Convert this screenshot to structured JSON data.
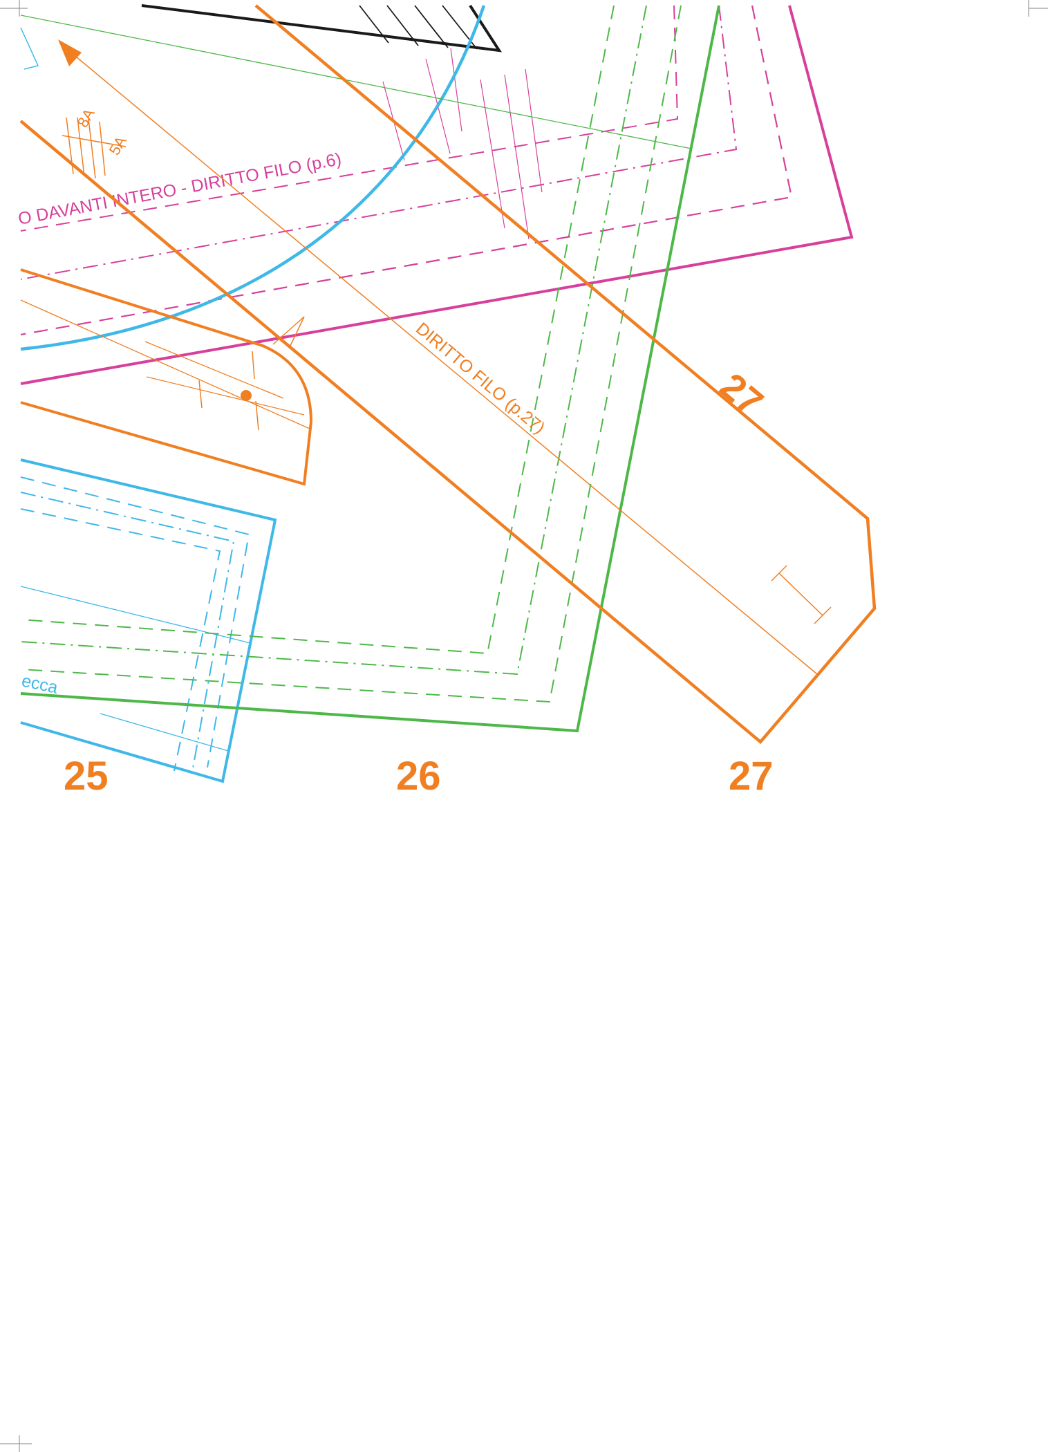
{
  "colors": {
    "magenta": "#d6409b",
    "orange": "#f07f22",
    "green": "#4db848",
    "blue": "#3fb8e8",
    "black": "#1a1a1a",
    "crop": "#9a9a9a"
  },
  "labels": {
    "magenta_grain": "O DAVANTI INTERO - DIRITTO FILO (p.6)",
    "orange_grain": "DIRITTO FILO (p.27)",
    "size_8a": "8A",
    "size_5a": "5A",
    "blue_piece_fragment": "ecca",
    "piece_27_on_piece": "27",
    "bottom_25": "25",
    "bottom_26": "26",
    "bottom_27": "27"
  }
}
